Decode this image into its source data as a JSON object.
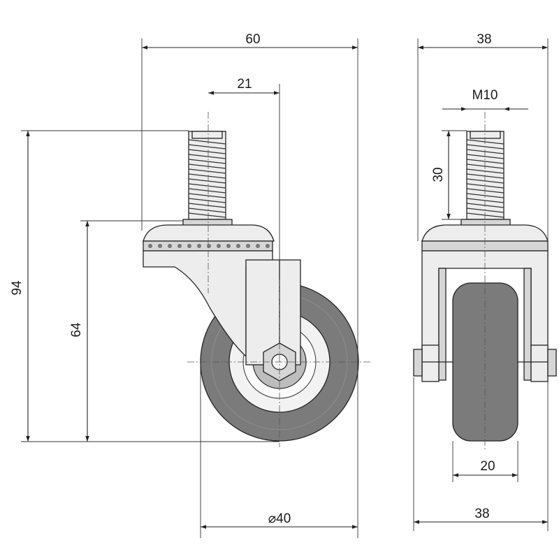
{
  "dimensions": {
    "overall_width": "60",
    "stem_offset": "21",
    "overall_height": "94",
    "wheel_height": "64",
    "wheel_diameter": "⌀40",
    "side_width_top": "38",
    "thread_size": "M10",
    "thread_length": "30",
    "wheel_width": "20",
    "side_width_bottom": "38"
  },
  "colors": {
    "tire": "#7b7b7b",
    "metal": "#ededed",
    "line": "#222222"
  }
}
